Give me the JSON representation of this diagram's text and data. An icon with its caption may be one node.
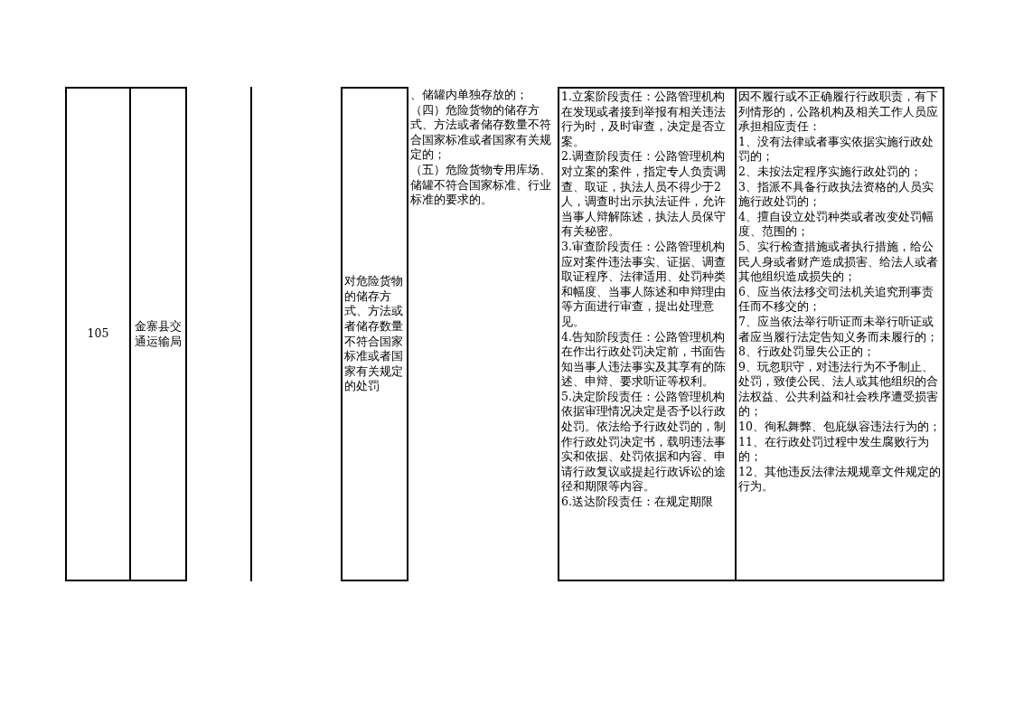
{
  "diagram": {
    "labels": [
      "105",
      "金寨县交通运输局",
      "对危险货物的储存方式、方法或者储存数量不符合国家标准或者国家有关规定的处罚",
      "、储罐内单独存放的；",
      "（四）危险货物的储存方式、方法或者储存数量不符合国家标准或者国家有关规定的；",
      "（五）危险货物专用库场、储罐不符合国家标准、行业标准的要求的。",
      "1.立案阶段责任：公路管理机构在发现或者接到举报有相关违法行为时，及时审查，决定是否立案。",
      "2.调查阶段责任：公路管理机构对立案的案件，指定专人负责调查、取证，执法人员不得少于2人，调查时出示执法证件，允许当事人辩解陈述，执法人员保守有关秘密。",
      "3.审查阶段责任：公路管理机构应对案件违法事实、证据、调查取证程序、法律适用、处罚种类和幅度、当事人陈述和申辩理由等方面进行审查，提出处理意见。",
      "4.告知阶段责任：公路管理机构在作出行政处罚决定前，书面告知当事人违法事实及其享有的陈述、申辩、要求听证等权利。",
      "5.决定阶段责任：公路管理机构依据审理情况决定是否予以行政处罚。依法给予行政处罚的，制作行政处罚决定书，载明违法事实和依据、处罚依据和内容、申请行政复议或提起行政诉讼的途径和期限等内容。",
      "6.送达阶段责任：在规定期限",
      "因不履行或不正确履行行政职责，有下列情形的，公路机构及相关工作人员应承担相应责任：",
      "1、没有法律或者事实依据实施行政处罚的；",
      "2、未按法定程序实施行政处罚的；",
      "3、指派不具备行政执法资格的人员实施行政处罚的；",
      "4、擅自设立处罚种类或者改变处罚幅度、范围的；",
      "5、实行检查措施或者执行措施，给公民人身或者财产造成损害、给法人或者其他组织造成损失的；",
      "6、应当依法移交司法机关追究刑事责任而不移交的；",
      "7、应当依法举行听证而未举行听证或者应当履行法定告知义务而未履行的；",
      "8、行政处罚显失公正的；",
      "9、玩忽职守，对违法行为不予制止、处罚，致使公民、法人或其他组织的合法权益、公共利益和社会秩序遭受损害的；",
      "10、徇私舞弊、包庇纵容违法行为的；",
      "11、在行政处罚过程中发生腐败行为的；",
      "12、其他违反法律法规规章文件规定的行为。"
    ]
  }
}
